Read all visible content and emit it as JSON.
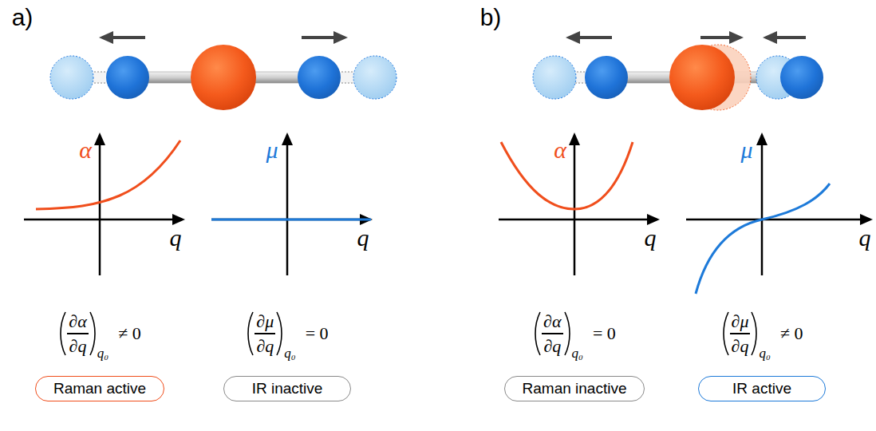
{
  "diagram": {
    "nodes": [
      {
        "text": [
          "Raman active"
        ]
      },
      {
        "text": [
          "IR inactive"
        ]
      },
      {
        "text": [
          "Raman inactive"
        ]
      },
      {
        "text": [
          "IR active"
        ]
      }
    ],
    "labels": [
      "a)",
      "b)",
      "α",
      "q",
      "∂α",
      "∂q",
      "q₀",
      "≠ 0",
      "μ",
      "q",
      "∂μ",
      "∂q",
      "q₀",
      "= 0",
      "α",
      "q",
      "∂α",
      "∂q",
      "q₀",
      "= 0",
      "μ",
      "q",
      "∂μ",
      "∂q",
      "q₀",
      "≠ 0"
    ]
  }
}
